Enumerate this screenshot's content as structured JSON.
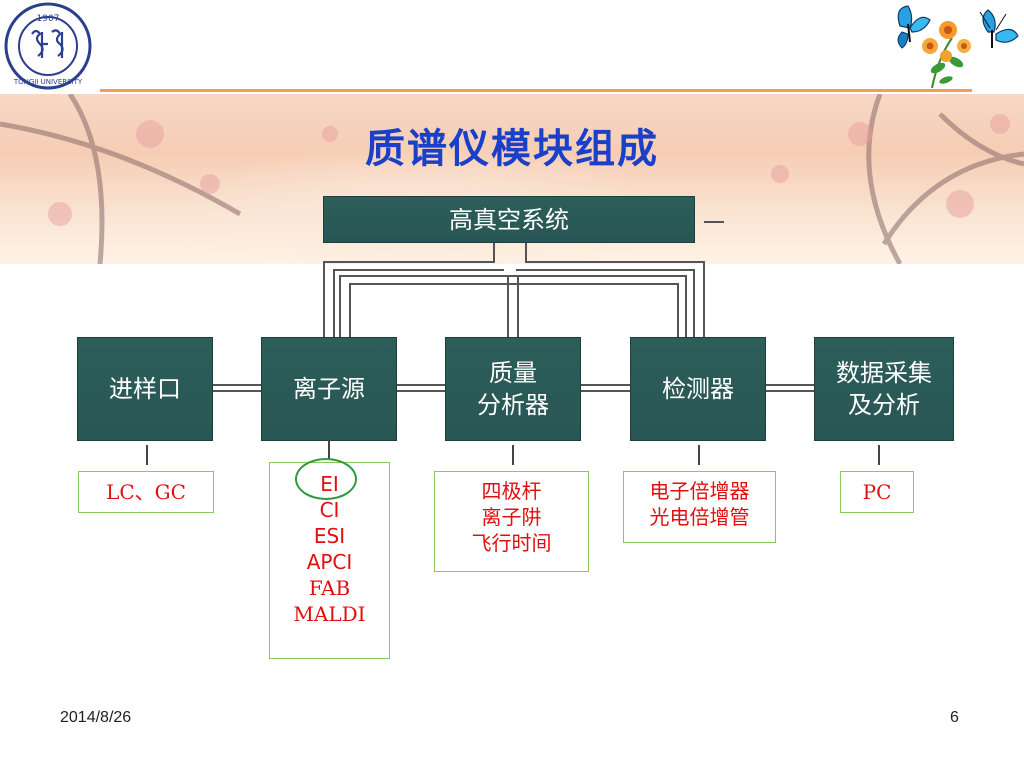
{
  "logo": {
    "year": "1907",
    "name": "TONGJI UNIVERSITY"
  },
  "title": "质谱仪模块组成",
  "vacuum": {
    "label": "高真空系统",
    "tail": "—"
  },
  "modules": [
    {
      "line1": "进样口",
      "line2": ""
    },
    {
      "line1": "离子源",
      "line2": ""
    },
    {
      "line1": "质量",
      "line2": "分析器"
    },
    {
      "line1": "检测器",
      "line2": ""
    },
    {
      "line1": "数据采集",
      "line2": "及分析"
    }
  ],
  "details": {
    "inlet": [
      "LC、GC"
    ],
    "source": [
      "EI",
      "CI",
      "ESI",
      "APCI",
      "FAB",
      "MALDI"
    ],
    "analyzer": [
      "四极杆",
      "离子阱",
      "飞行时间"
    ],
    "detector": [
      "电子倍增器",
      "光电倍增管"
    ],
    "data": [
      "PC"
    ]
  },
  "footer": {
    "date": "2014/8/26",
    "page": "6"
  },
  "colors": {
    "box": "#2d5e5a",
    "title": "#1a3fc8",
    "detail_text": "#e01010",
    "detail_border": "#8cc85a",
    "highlight": "#2e9a3e"
  }
}
